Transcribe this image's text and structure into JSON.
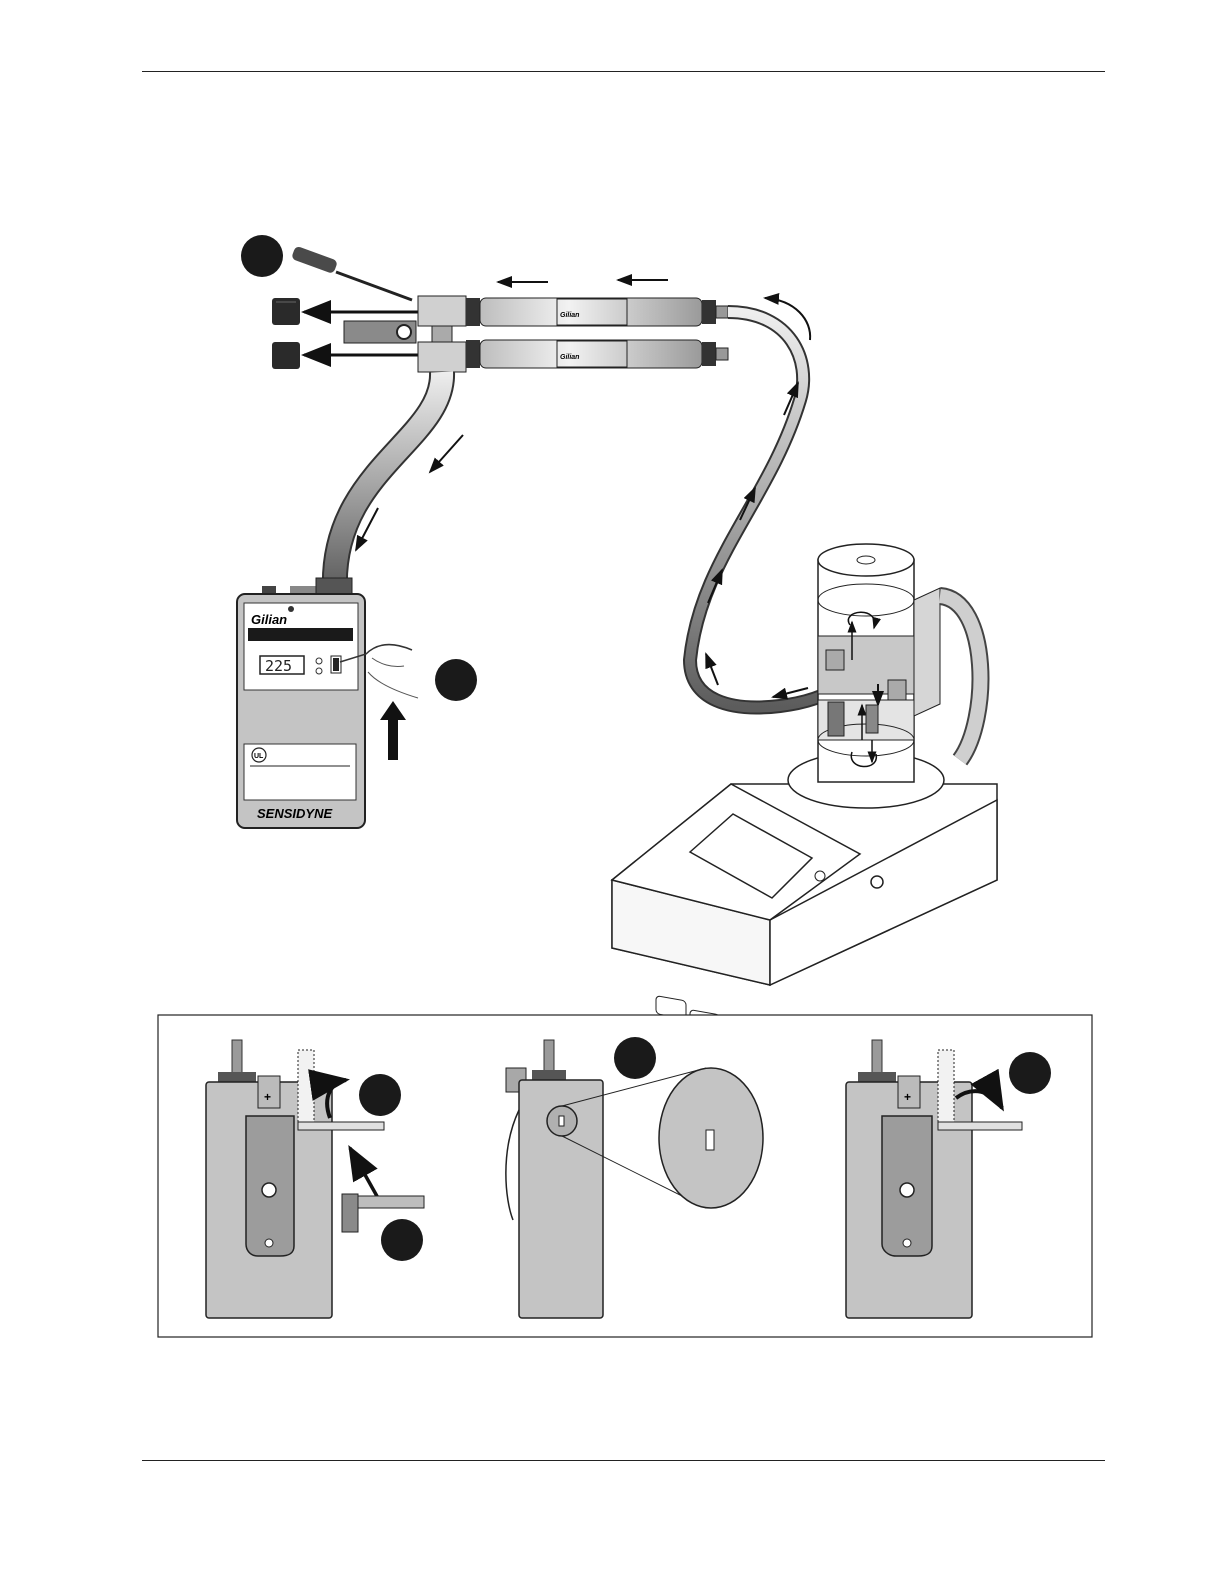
{
  "device": {
    "brand": "Gilian",
    "display_value": "225",
    "manufacturer": "SENSIDYNE",
    "cert_mark": "UL"
  },
  "cartridge_brand": "Gilian",
  "colors": {
    "ink": "#111111",
    "body_gray": "#c4c4c4",
    "dark_gray": "#8a8a8a",
    "marker_black": "#1a1a1a"
  },
  "icons": [
    "screwdriver-icon",
    "hex-key-icon",
    "flow-arrow-icon",
    "step-marker-icon"
  ]
}
